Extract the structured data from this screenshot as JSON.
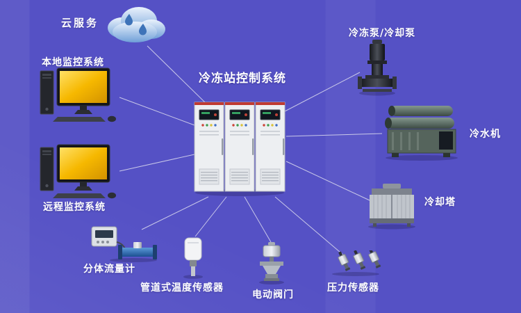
{
  "title": "冷冻站控制系统",
  "nodes": {
    "cloud": {
      "label": "云服务"
    },
    "local_monitor": {
      "label": "本地监控系统"
    },
    "remote_monitor": {
      "label": "远程监控系统"
    },
    "pump": {
      "label": "冷冻泵/冷却泵"
    },
    "chiller": {
      "label": "冷水机"
    },
    "cooling_tower": {
      "label": "冷却塔"
    },
    "flow_meter": {
      "label": "分体流量计"
    },
    "temp_sensor": {
      "label": "管道式温度传感器"
    },
    "valve": {
      "label": "电动阀门"
    },
    "pressure_sensor": {
      "label": "压力传感器"
    }
  },
  "colors": {
    "background": "#5551c5",
    "connector_line": "#e6e6f2",
    "label_text": "#ffffff",
    "monitor_screen": "#f6b800",
    "cabinet_body": "#edeff2",
    "cabinet_top_stripe": "#bf3a31",
    "flow_meter_pipe": "#2e6bb0",
    "cloud": "#6f9fd8"
  }
}
